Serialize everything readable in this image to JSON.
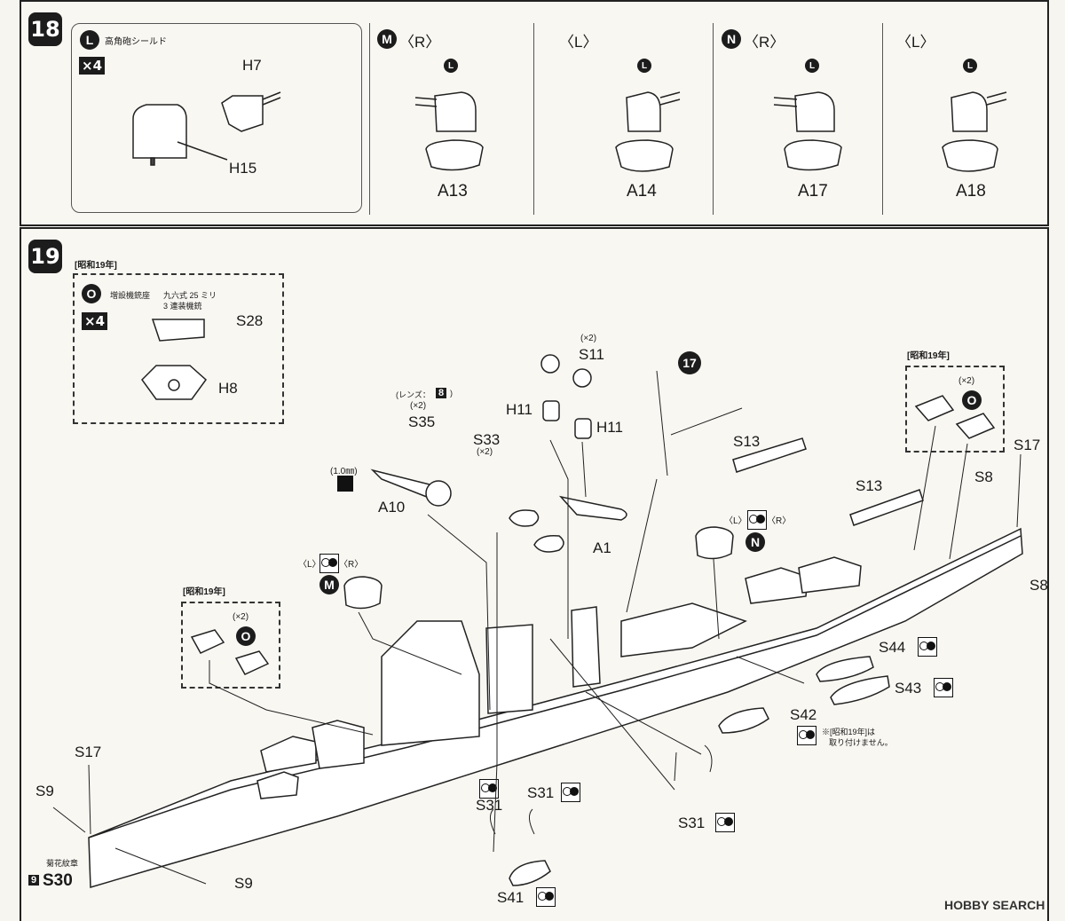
{
  "step18": {
    "number": "18",
    "boxL": {
      "marker": "L",
      "title": "高角砲シールド",
      "qty": "×4",
      "parts": [
        "H7",
        "H15"
      ]
    },
    "panels": [
      {
        "marker": "M",
        "side": "〈R〉",
        "inner": "L",
        "part": "A13"
      },
      {
        "marker": "",
        "side": "〈L〉",
        "inner": "L",
        "part": "A14"
      },
      {
        "marker": "N",
        "side": "〈R〉",
        "inner": "L",
        "part": "A17"
      },
      {
        "marker": "",
        "side": "〈L〉",
        "inner": "L",
        "part": "A18"
      }
    ]
  },
  "step19": {
    "number": "19",
    "boxO": {
      "era": "[昭和19年]",
      "marker": "O",
      "title": "増設機銃座",
      "gun_line1": "九六式 25 ミリ",
      "gun_line2": "3 連装機銃",
      "qty": "×4",
      "parts": [
        "S28",
        "H8"
      ]
    },
    "leftBox": {
      "era": "[昭和19年]",
      "qty": "(×2)",
      "marker": "O"
    },
    "rightBox": {
      "era": "[昭和19年]",
      "qty": "(×2)",
      "marker": "O"
    },
    "lens_note": "(レンズ：",
    "lens_num": "8",
    "lens_close": ")",
    "drill": "(1.0㎜)",
    "labels": {
      "s35": "S35",
      "s35_qty": "(×2)",
      "a10": "A10",
      "s33": "S33",
      "s33_qty": "(×2)",
      "s11": "S11",
      "s11_qty": "(×2)",
      "h11a": "H11",
      "h11b": "H11",
      "a1": "A1",
      "ref17": "17",
      "s13a": "S13",
      "s13b": "S13",
      "s17a": "S17",
      "s17b": "S17",
      "s8a": "S8",
      "s8b": "S8",
      "s44": "S44",
      "s43": "S43",
      "s42": "S42",
      "s42_note1": "※[昭和19年]は",
      "s42_note2": "取り付けません。",
      "s31a": "S31",
      "s31b": "S31",
      "s31c": "S31",
      "s41": "S41",
      "s9a": "S9",
      "s9b": "S9",
      "s30": "S30",
      "s30_num": "9",
      "s30_note": "菊花紋章",
      "m_marker": "M",
      "n_marker": "N",
      "lr": "〈L〉",
      "rr": "〈R〉"
    },
    "watermark": "HOBBY SEARCH"
  }
}
